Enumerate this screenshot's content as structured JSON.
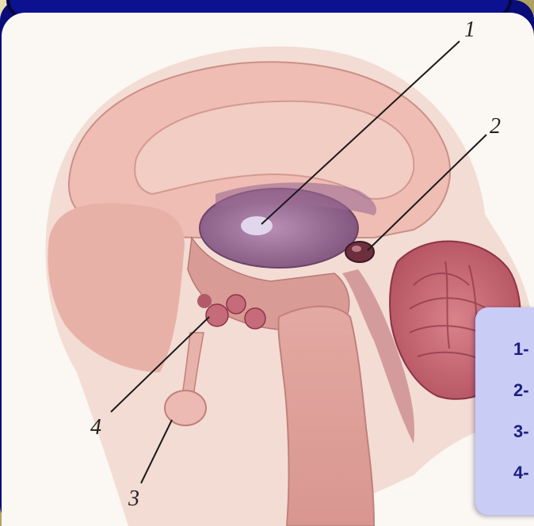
{
  "diagram": {
    "labels": [
      "1",
      "2",
      "3",
      "4"
    ]
  },
  "legend": {
    "items": [
      "1-",
      "2-",
      "3-",
      "4-"
    ]
  }
}
